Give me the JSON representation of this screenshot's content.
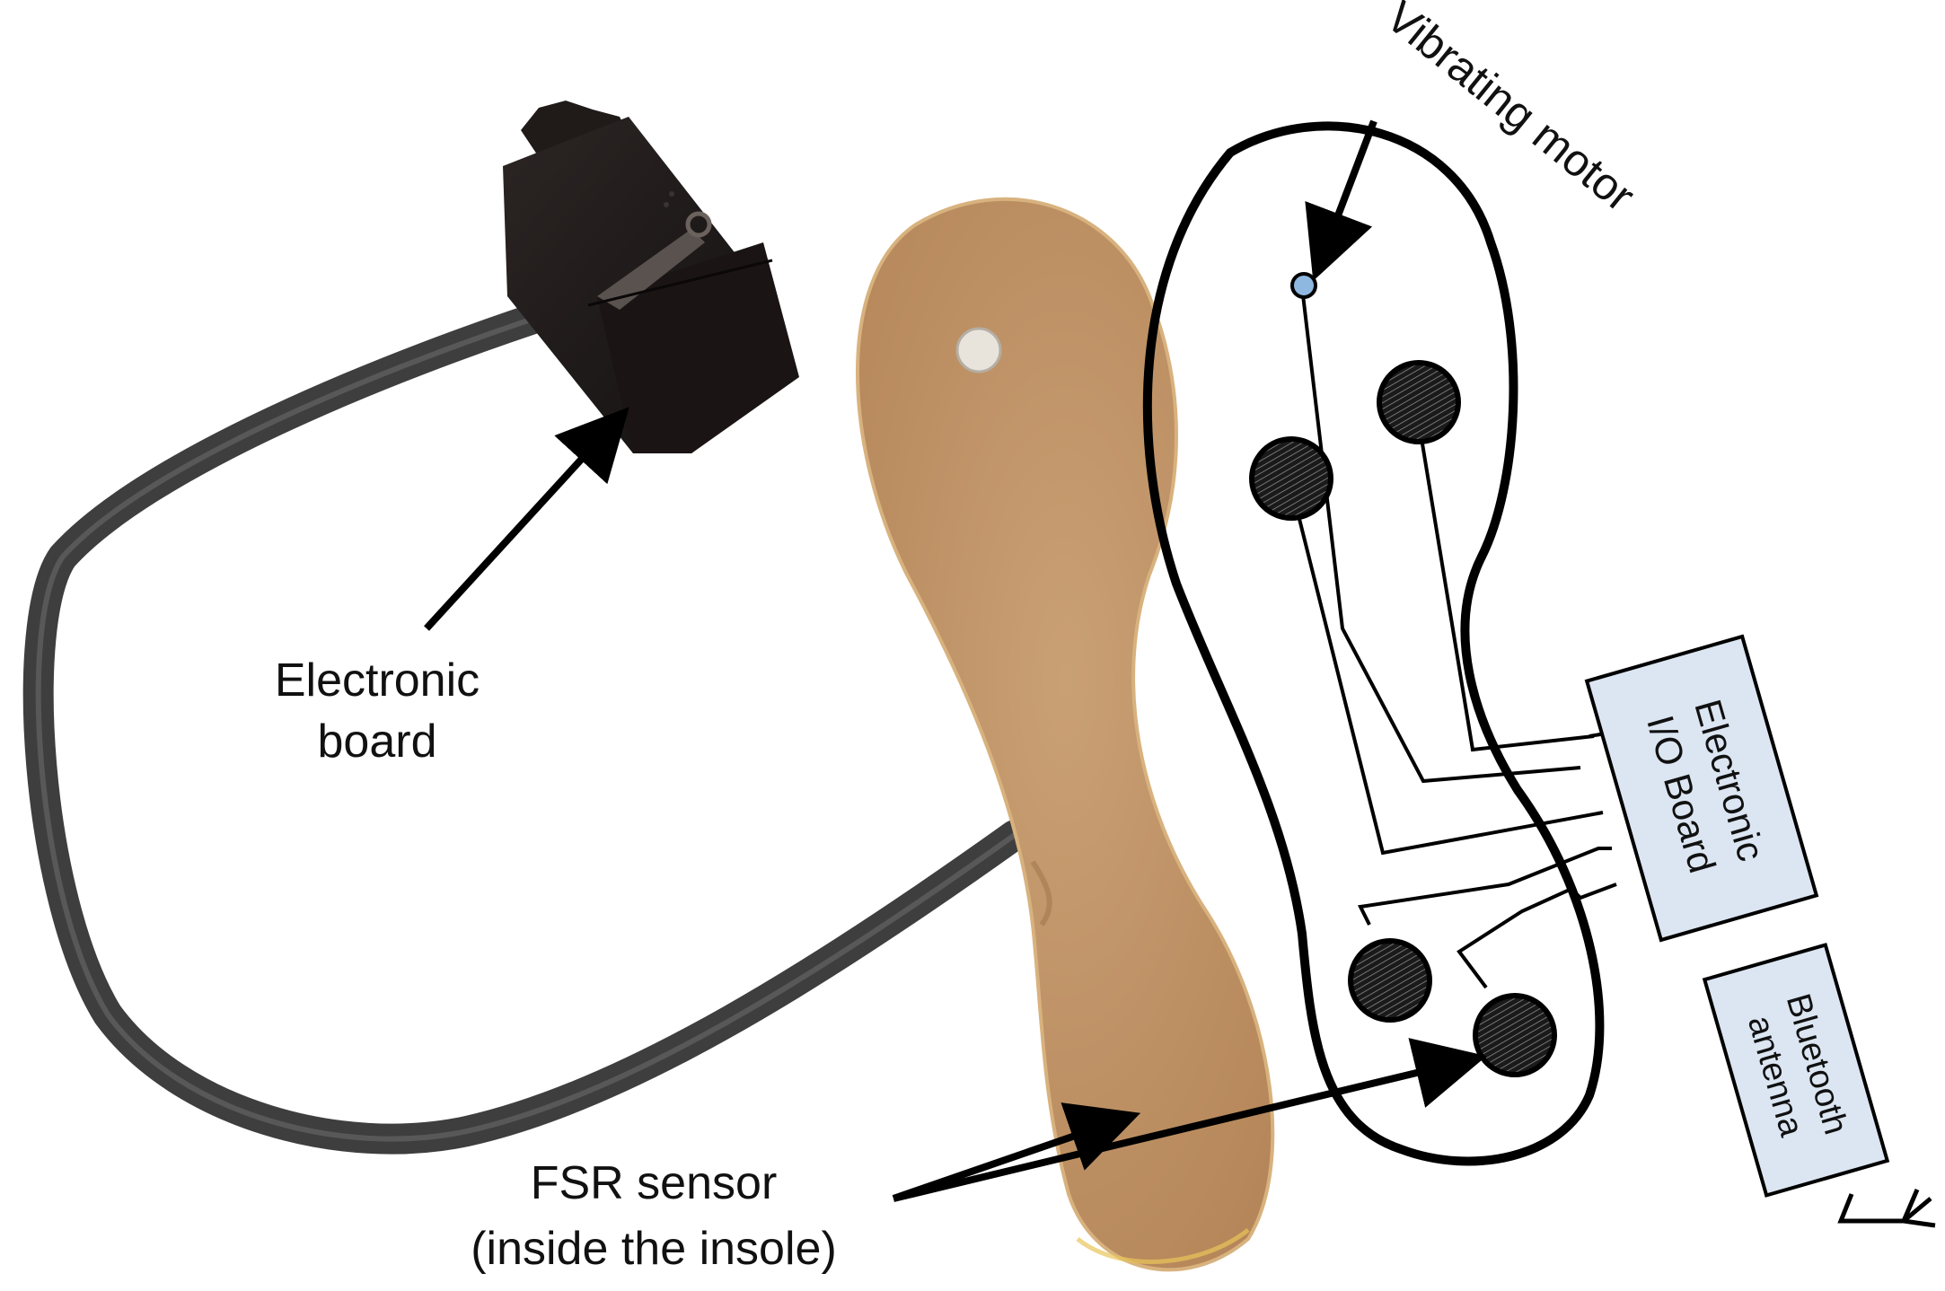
{
  "labels": {
    "electronic_board_line1": "Electronic",
    "electronic_board_line2": "board",
    "vibrating_motor": "Vibrating motor",
    "fsr_line1": "FSR sensor",
    "fsr_line2": "(inside the insole)",
    "io_board_line1": "Electronic",
    "io_board_line2": "I/O Board",
    "bluetooth_line1": "Bluetooth",
    "bluetooth_line2": "antenna"
  },
  "colors": {
    "insole": "#c49a6c",
    "insole_edge": "#d9b47a",
    "module_box": "#1c1716",
    "ribbon_cable": "#4a4a4a",
    "box_fill": "#dce6f2",
    "motor_dot": "#8fb8e0",
    "outline": "#000000"
  }
}
